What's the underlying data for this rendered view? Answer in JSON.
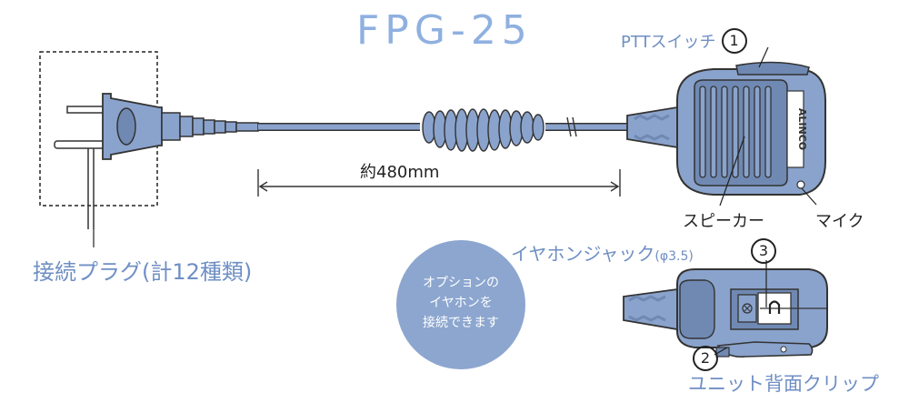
{
  "title": "FPG-25",
  "labels": {
    "ptt_switch": "PTTスイッチ",
    "ptt_num": "1",
    "length": "約480mm",
    "speaker": "スピーカー",
    "mic": "マイク",
    "plug": "接続プラグ(計12種類)",
    "earphone_jack_prefix": "イヤホンジャック",
    "earphone_jack_size": "(φ3.5)",
    "jack_num": "3",
    "clip_num": "2",
    "clip": "ユニット背面クリップ",
    "brand": "ALINCO"
  },
  "note": {
    "line1": "オプションの",
    "line2": "イヤホンを",
    "line3": "接続できます"
  },
  "colors": {
    "title": "#8fb0e0",
    "device_fill": "#8aa3cc",
    "device_dark": "#6f89b3",
    "device_stroke": "#3a3a3a",
    "circle": "#8ca6cf",
    "label_blue": "#6f8fc4"
  }
}
